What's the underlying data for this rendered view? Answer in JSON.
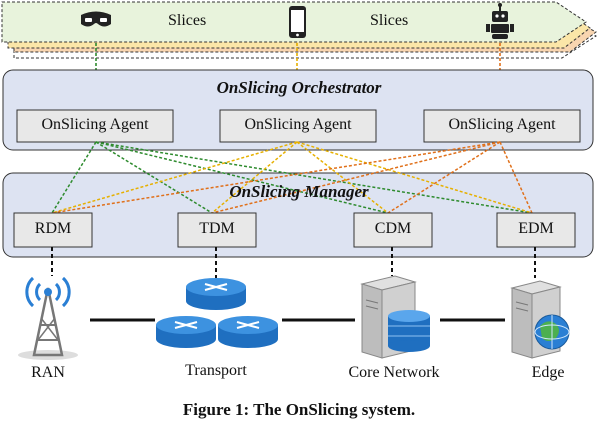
{
  "slices": {
    "left_label": "Slices",
    "right_label": "Slices"
  },
  "orchestrator": {
    "title": "OnSlicing Orchestrator",
    "agents": [
      "OnSlicing Agent",
      "OnSlicing Agent",
      "OnSlicing Agent"
    ]
  },
  "manager": {
    "title": "OnSlicing Manager",
    "modules": [
      "RDM",
      "TDM",
      "CDM",
      "EDM"
    ]
  },
  "infrastructure": [
    "RAN",
    "Transport",
    "Core Network",
    "Edge"
  ],
  "caption": {
    "prefix": "Figure 1:",
    "text": "The OnSlicing system."
  },
  "colors": {
    "panel_fill": "#dde3f2",
    "slices_fill": "#e8f3dc",
    "link_green": "#2e8b2e",
    "link_yellow": "#e6b000",
    "link_orange": "#e0701a"
  },
  "icons": [
    "vr-headset-icon",
    "smartphone-icon",
    "robot-icon",
    "cell-tower-icon",
    "router-icon",
    "server-database-icon",
    "server-globe-icon"
  ]
}
